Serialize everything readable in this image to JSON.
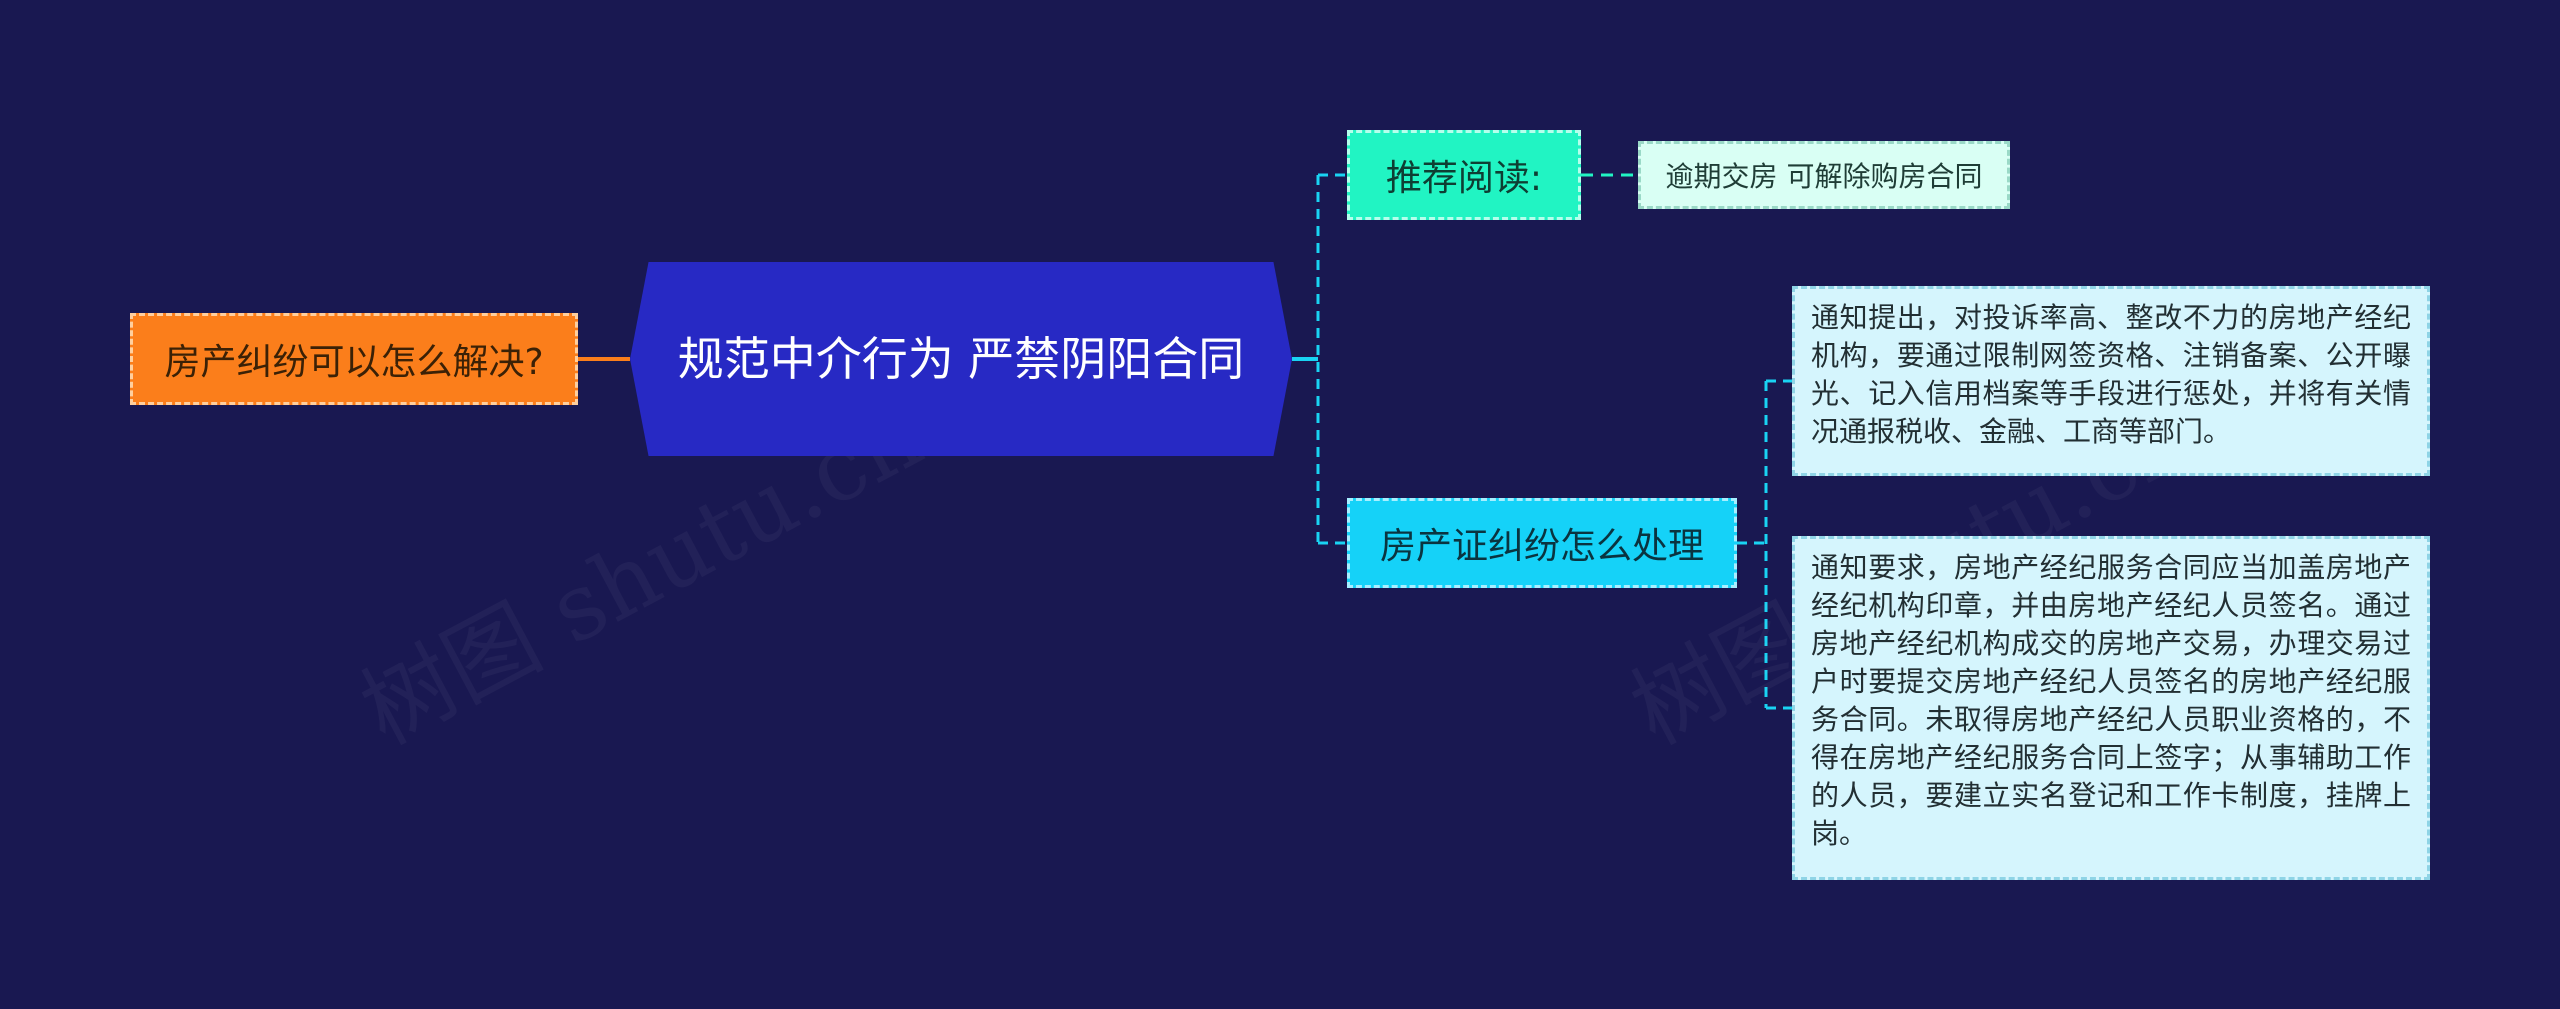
{
  "root": {
    "label": "规范中介行为 严禁阴阳合同"
  },
  "left_topic": {
    "label": "房产纠纷可以怎么解决?"
  },
  "branches": [
    {
      "label": "推荐阅读:",
      "leaves": [
        "逾期交房 可解除购房合同"
      ]
    },
    {
      "label": "房产证纠纷怎么处理",
      "leaves": [
        "通知提出，对投诉率高、整改不力的房地产经纪机构，要通过限制网签资格、注销备案、公开曝光、记入信用档案等手段进行惩处，并将有关情况通报税收、金融、工商等部门。",
        "通知要求，房地产经纪服务合同应当加盖房地产经纪机构印章，并由房地产经纪人员签名。通过房地产经纪机构成交的房地产交易，办理交易过户时要提交房地产经纪人员签名的房地产经纪服务合同。未取得房地产经纪人员职业资格的，不得在房地产经纪服务合同上签字；从事辅助工作的人员，要建立实名登记和工作卡制度，挂牌上岗。"
      ]
    }
  ],
  "watermarks": [
    "树图 shutu.cn",
    "树图 shutu.cn"
  ],
  "colors": {
    "background": "#191851",
    "root": "#2729c4",
    "left_topic": "#fb7e1b",
    "branch_read": "#21f4c3",
    "branch_dispute": "#15d2f8",
    "connector_right": "#19d3f3",
    "connector_left": "#fb7e1b"
  }
}
